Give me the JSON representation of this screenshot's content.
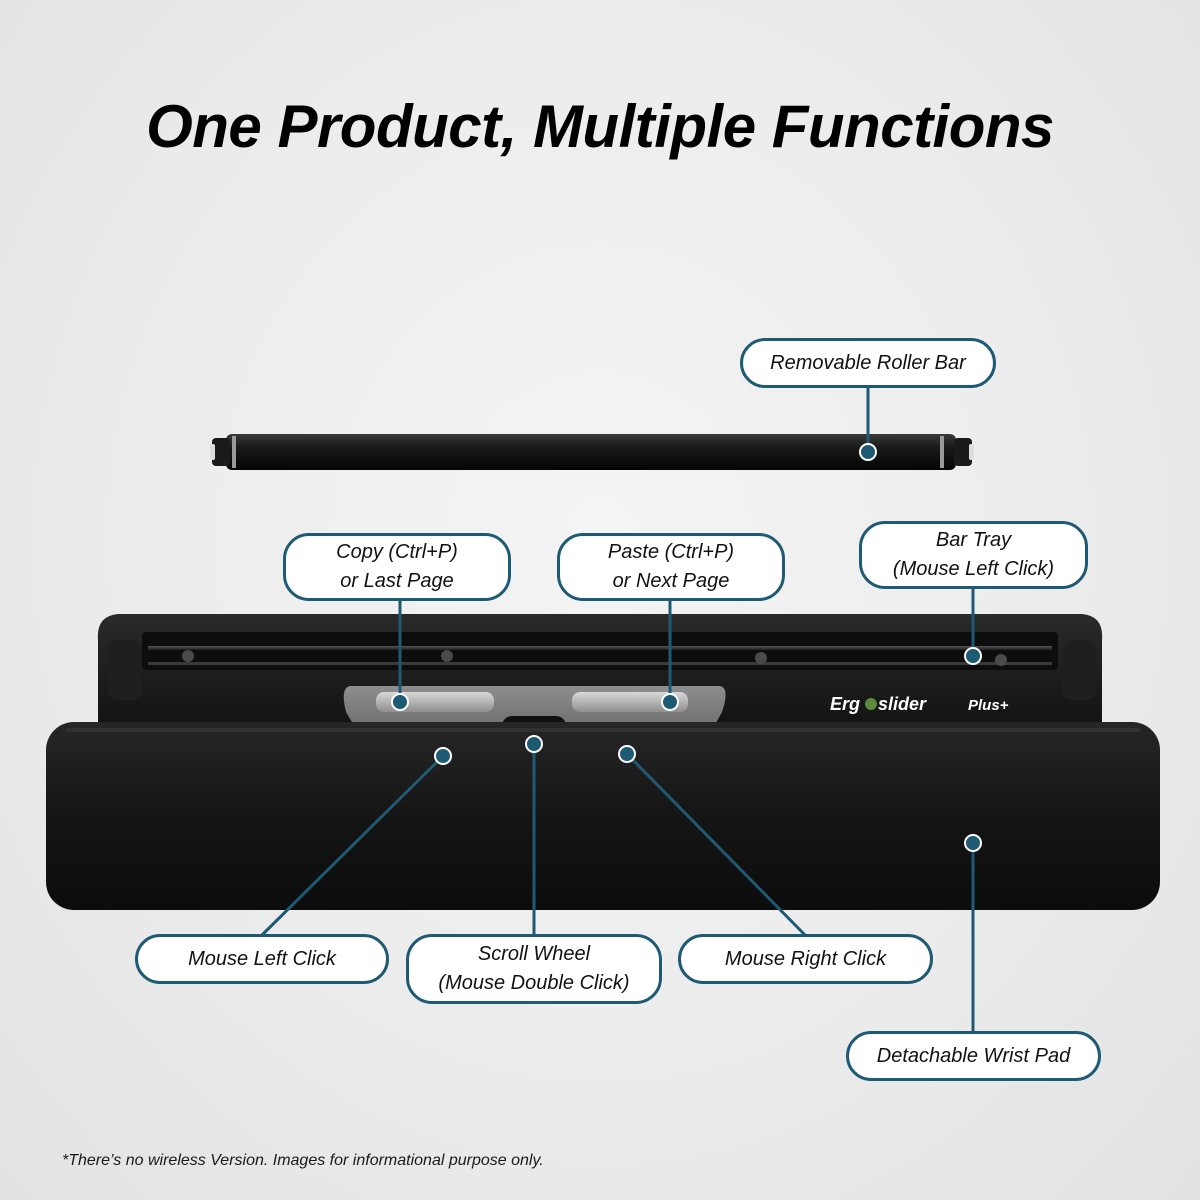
{
  "header": {
    "title": "One Product, Multiple Functions"
  },
  "product": {
    "brand_prefix": "Erg",
    "brand_suffix": "slider",
    "brand_plus": "Plus+"
  },
  "callouts": {
    "roller_bar": "Removable Roller Bar",
    "copy": "Copy (Ctrl+P)\nor Last Page",
    "paste": "Paste (Ctrl+P)\nor Next Page",
    "bar_tray": "Bar Tray\n(Mouse Left Click)",
    "left_click": "Mouse Left Click",
    "scroll_wheel": "Scroll Wheel\n(Mouse Double Click)",
    "right_click": "Mouse Right Click",
    "wrist_pad": "Detachable Wrist Pad"
  },
  "footnote": "*There’s no wireless Version. Images for informational purpose only.",
  "colors": {
    "accent": "#1e5a73",
    "callout_bg": "#ffffff",
    "device": "#1b1b1b"
  }
}
